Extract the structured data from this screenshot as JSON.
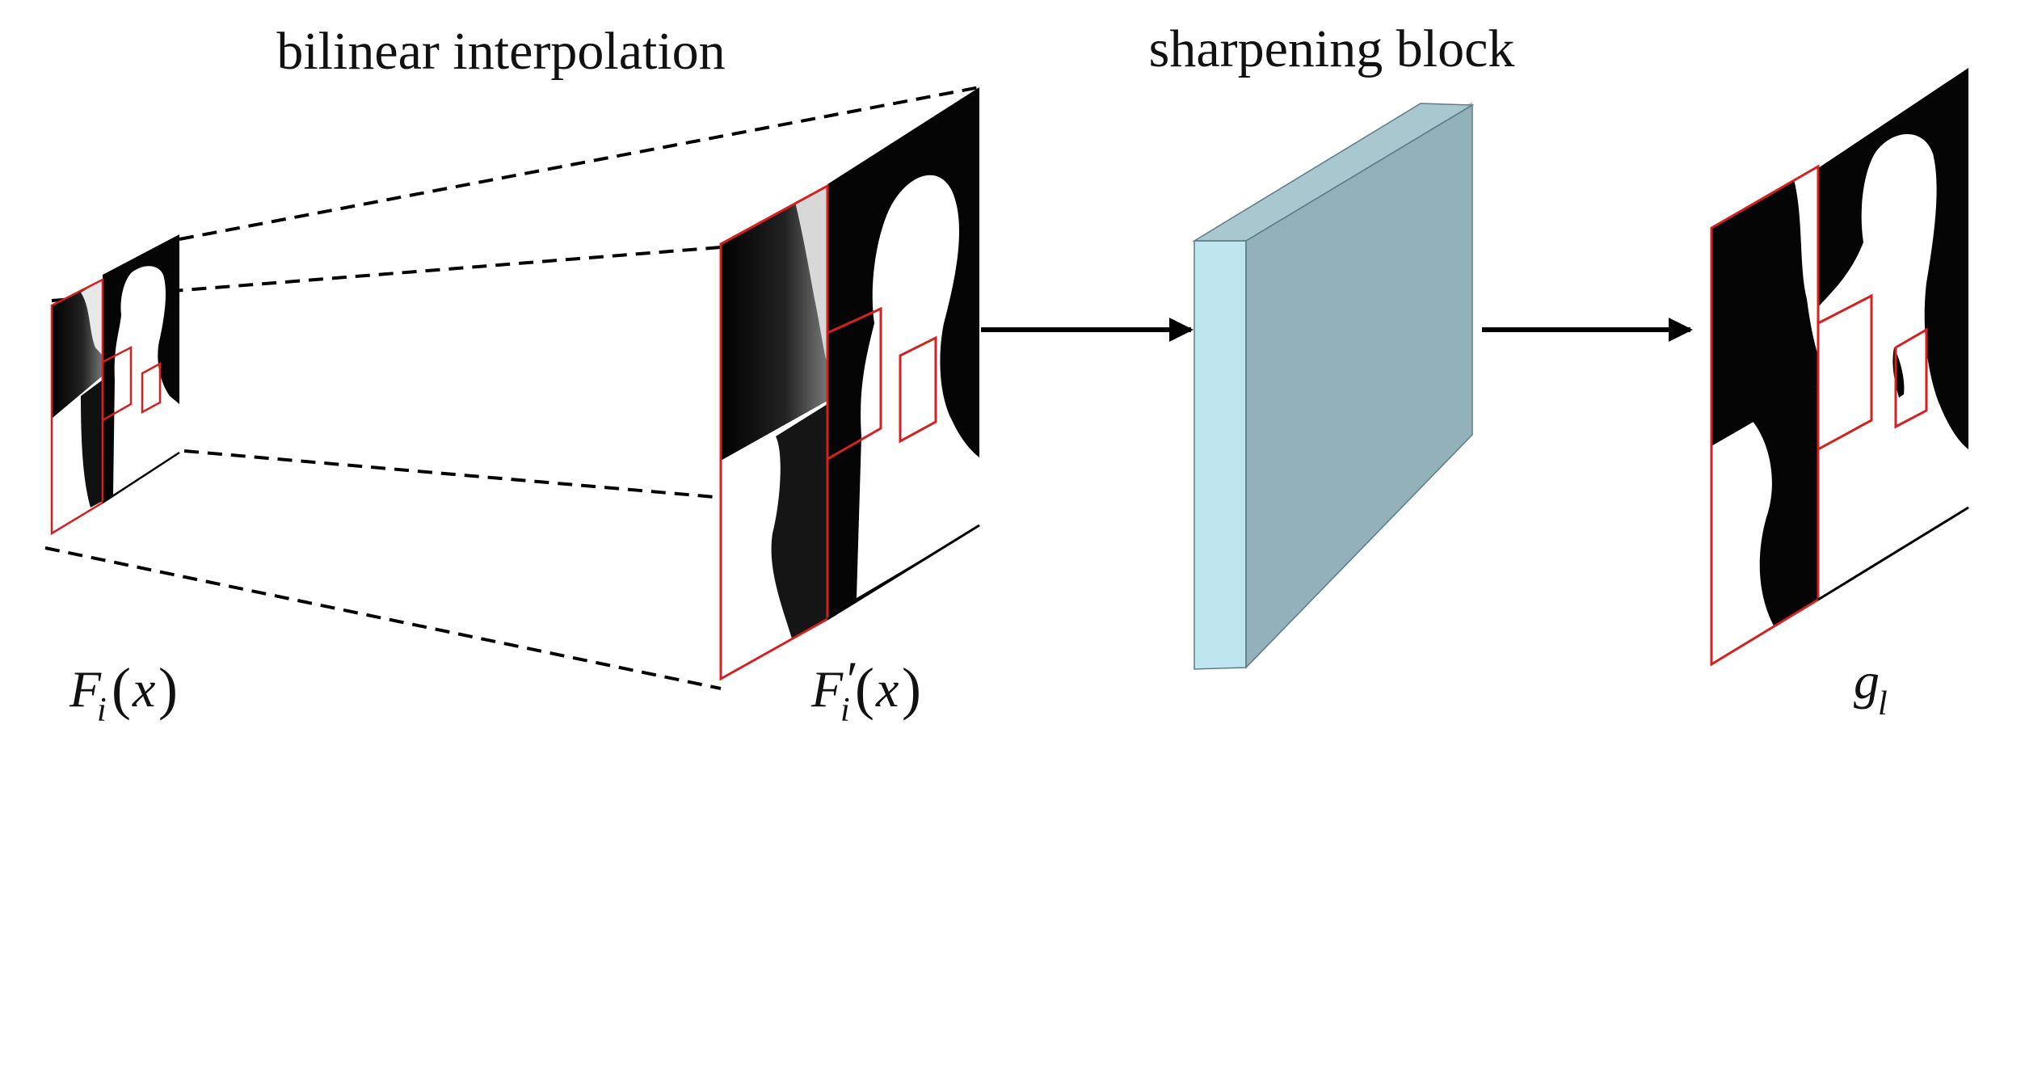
{
  "titles": {
    "left": "bilinear interpolation",
    "middle": "sharpening block"
  },
  "labels": {
    "input": {
      "main": "F",
      "sub": "i",
      "open": "(",
      "arg": "x",
      "close": ")"
    },
    "upsampled": {
      "main": "F",
      "sub": "i",
      "prime": "′",
      "open": "(",
      "arg": "x",
      "close": ")"
    },
    "output": {
      "main": "g",
      "sub": "l"
    }
  },
  "colors": {
    "ink": "#000000",
    "highlight_box": "#d42020",
    "block_front": "#bfe6ef",
    "block_side": "#93b1ba",
    "block_top": "#a9c7cf",
    "background": "#ffffff"
  }
}
